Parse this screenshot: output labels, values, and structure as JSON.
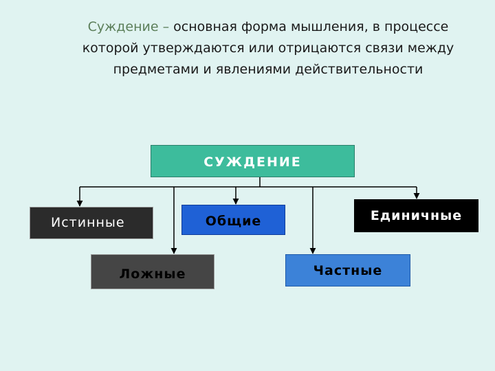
{
  "definition": {
    "term": "Суждение",
    "dash": " – ",
    "text": "основная форма мышления, в процессе которой утверждаются или отрицаются связи между предметами и явлениями действительности"
  },
  "diagram": {
    "root": "СУЖДЕНИЕ",
    "nodes": {
      "true_judgment": "Истинные",
      "false_judgment": "Ложные",
      "general_judgment": "Общие",
      "partial_judgment": "Частные",
      "single_judgment": "Единичные"
    }
  }
}
